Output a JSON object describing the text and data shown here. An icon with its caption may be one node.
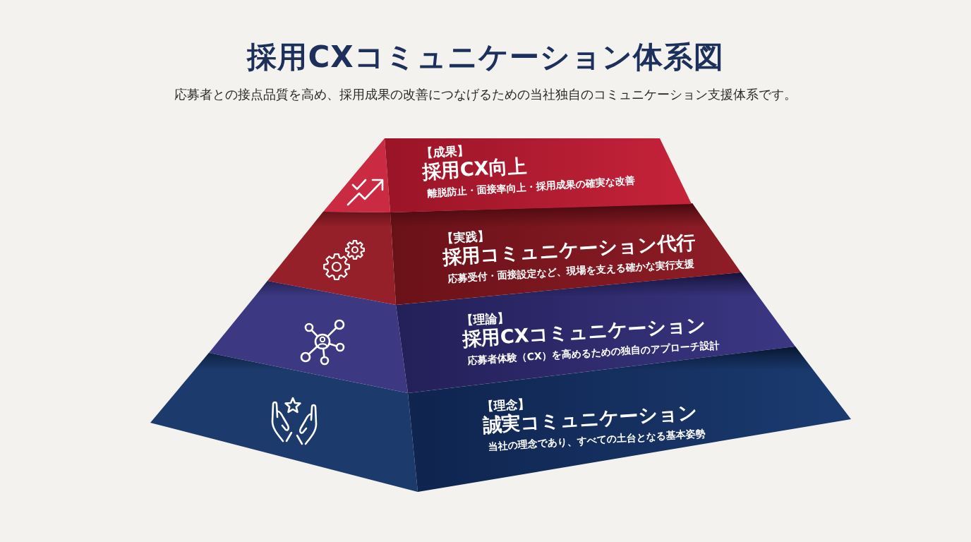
{
  "diagram": {
    "title": "採用CXコミュニケーション体系図",
    "nodes": [
      {
        "text": [
          "【成果】",
          "採用CX向上",
          "離脱防止・面接率向上・採用成果の確実な改善"
        ]
      },
      {
        "text": [
          "【実践】",
          "採用コミュニケーション代行",
          "応募受付・面接設定など、現場を支える確かな実行支援"
        ]
      },
      {
        "text": [
          "【理論】",
          "採用CXコミュニケーション",
          "応募者体験（CX）を高めるための独自のアプローチ設計"
        ]
      },
      {
        "text": [
          "【理念】",
          "誠実コミュニケーション",
          "当社の理念であり、すべての土台となる基本姿勢"
        ]
      }
    ],
    "labels": [
      "応募者との接点品質を高め、採用成果の改善につなげるための当社独自のコミュニケーション支援体系です。"
    ]
  }
}
